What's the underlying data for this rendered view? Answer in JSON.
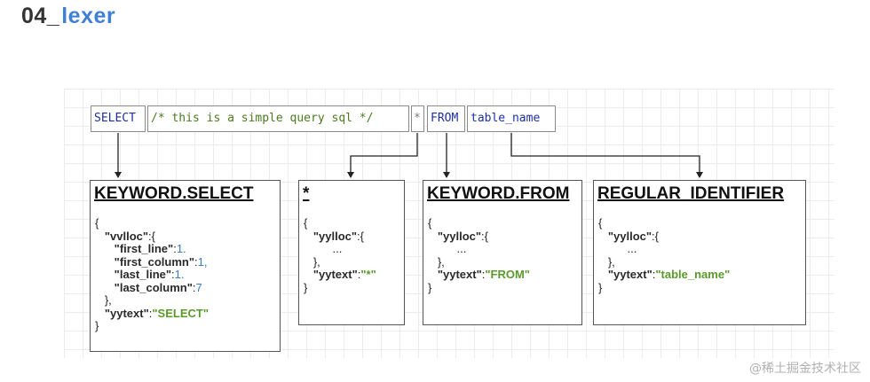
{
  "header": {
    "number": "04_",
    "name": "lexer"
  },
  "tokens": {
    "select": "SELECT",
    "comment": "/* this is a simple query sql */",
    "star": "*",
    "from": "FROM",
    "table_name": "table_name"
  },
  "boxes": [
    {
      "title": "KEYWORD.SELECT"
    },
    {
      "title": "*"
    },
    {
      "title": "KEYWORD.FROM"
    },
    {
      "title": "REGULAR_IDENTIFIER"
    }
  ],
  "code": {
    "open": "{",
    "close": "}",
    "colon": ":",
    "comma": ",",
    "open_brace_after": "{",
    "close_brace_comma": "},",
    "ellipsis": "...",
    "yylloc_key": "\"yylloc\"",
    "vvlloc_key": "\"vvlloc\"",
    "first_line_key": "\"first_line\"",
    "first_line_val": "1.",
    "first_column_key": "\"first_column\"",
    "first_column_val": "1,",
    "last_line_key": "\"last_line\"",
    "last_line_val": "1.",
    "last_column_key": "\"last_column\"",
    "last_column_val": "7",
    "yytext_key": "\"yytext\"",
    "yytext_select": "\"SELECT\"",
    "yytext_star": "\"*\"",
    "yytext_from": "\"FROM\"",
    "yytext_table": "\"table_name\""
  },
  "watermark": "@稀土掘金技术社区"
}
